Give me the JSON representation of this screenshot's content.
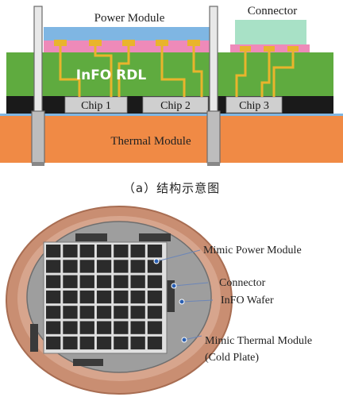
{
  "structure_diagram": {
    "power_module_label": "Power Module",
    "connector_label": "Connector",
    "rdl_label": "InFO RDL",
    "chips": [
      "Chip 1",
      "Chip 2",
      "Chip 3"
    ],
    "thermal_module_label": "Thermal Module",
    "caption": "（a）结构示意图"
  },
  "photo_panel": {
    "callouts": [
      {
        "text": "Mimic Power Module"
      },
      {
        "text": "Connector"
      },
      {
        "text": "InFO Wafer"
      },
      {
        "text": "Mimic Thermal Module"
      },
      {
        "text": "(Cold Plate)"
      }
    ]
  },
  "colors": {
    "power_module": "#7fb6e3",
    "pink_layer": "#ee8ab9",
    "rdl_green": "#5fab3f",
    "trace_gold": "#e9b42c",
    "thermal_orange": "#f08a45",
    "connector_green": "#a8e1c6",
    "chip_fill": "#cfcfcf",
    "copper": "#c98e72"
  }
}
